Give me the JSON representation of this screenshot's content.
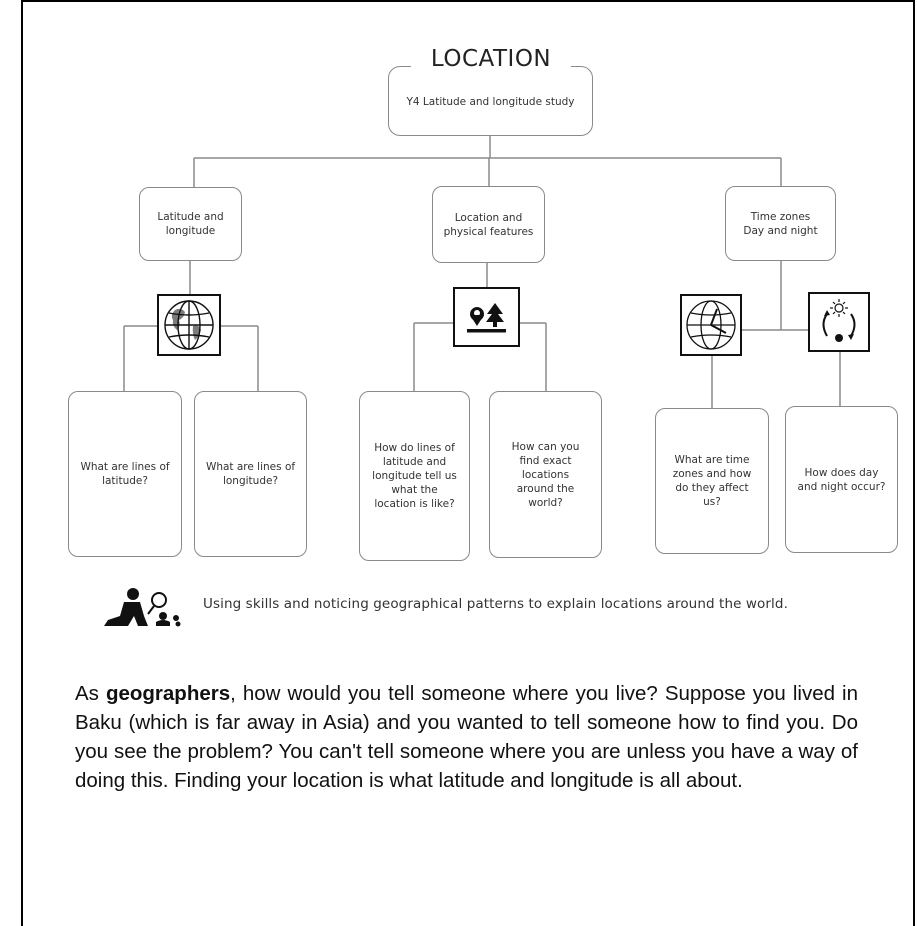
{
  "root": {
    "title": "LOCATION",
    "subtitle": "Y4 Latitude and longitude study"
  },
  "branches": [
    {
      "label": "Latitude and\nlongitude",
      "icon": "globe-icon"
    },
    {
      "label": "Location and\nphysical features",
      "icon": "location-tree-icon"
    },
    {
      "label": "Time zones\nDay and night",
      "icons": [
        "world-clock-icon",
        "day-night-cycle-icon"
      ]
    }
  ],
  "questions": [
    "What are lines of latitude?",
    "What are lines of longitude?",
    "How do lines of latitude and longitude tell us what the location is like?",
    "How can you find exact locations around the world?",
    "What are time zones and how do they affect us?",
    "How does day and night occur?"
  ],
  "skills": {
    "icon": "geographer-skills-icon",
    "text": "Using skills and noticing geographical patterns to explain locations around the world."
  },
  "paragraph": {
    "lead": "As ",
    "bold": "geographers",
    "rest": ", how would you tell someone where you live? Suppose you lived in Baku (which is far away in Asia) and you wanted to tell someone how to find you. Do you see the problem? You can't tell someone where you are unless you have a way of doing this. Finding your location is what latitude and longitude is all about."
  }
}
